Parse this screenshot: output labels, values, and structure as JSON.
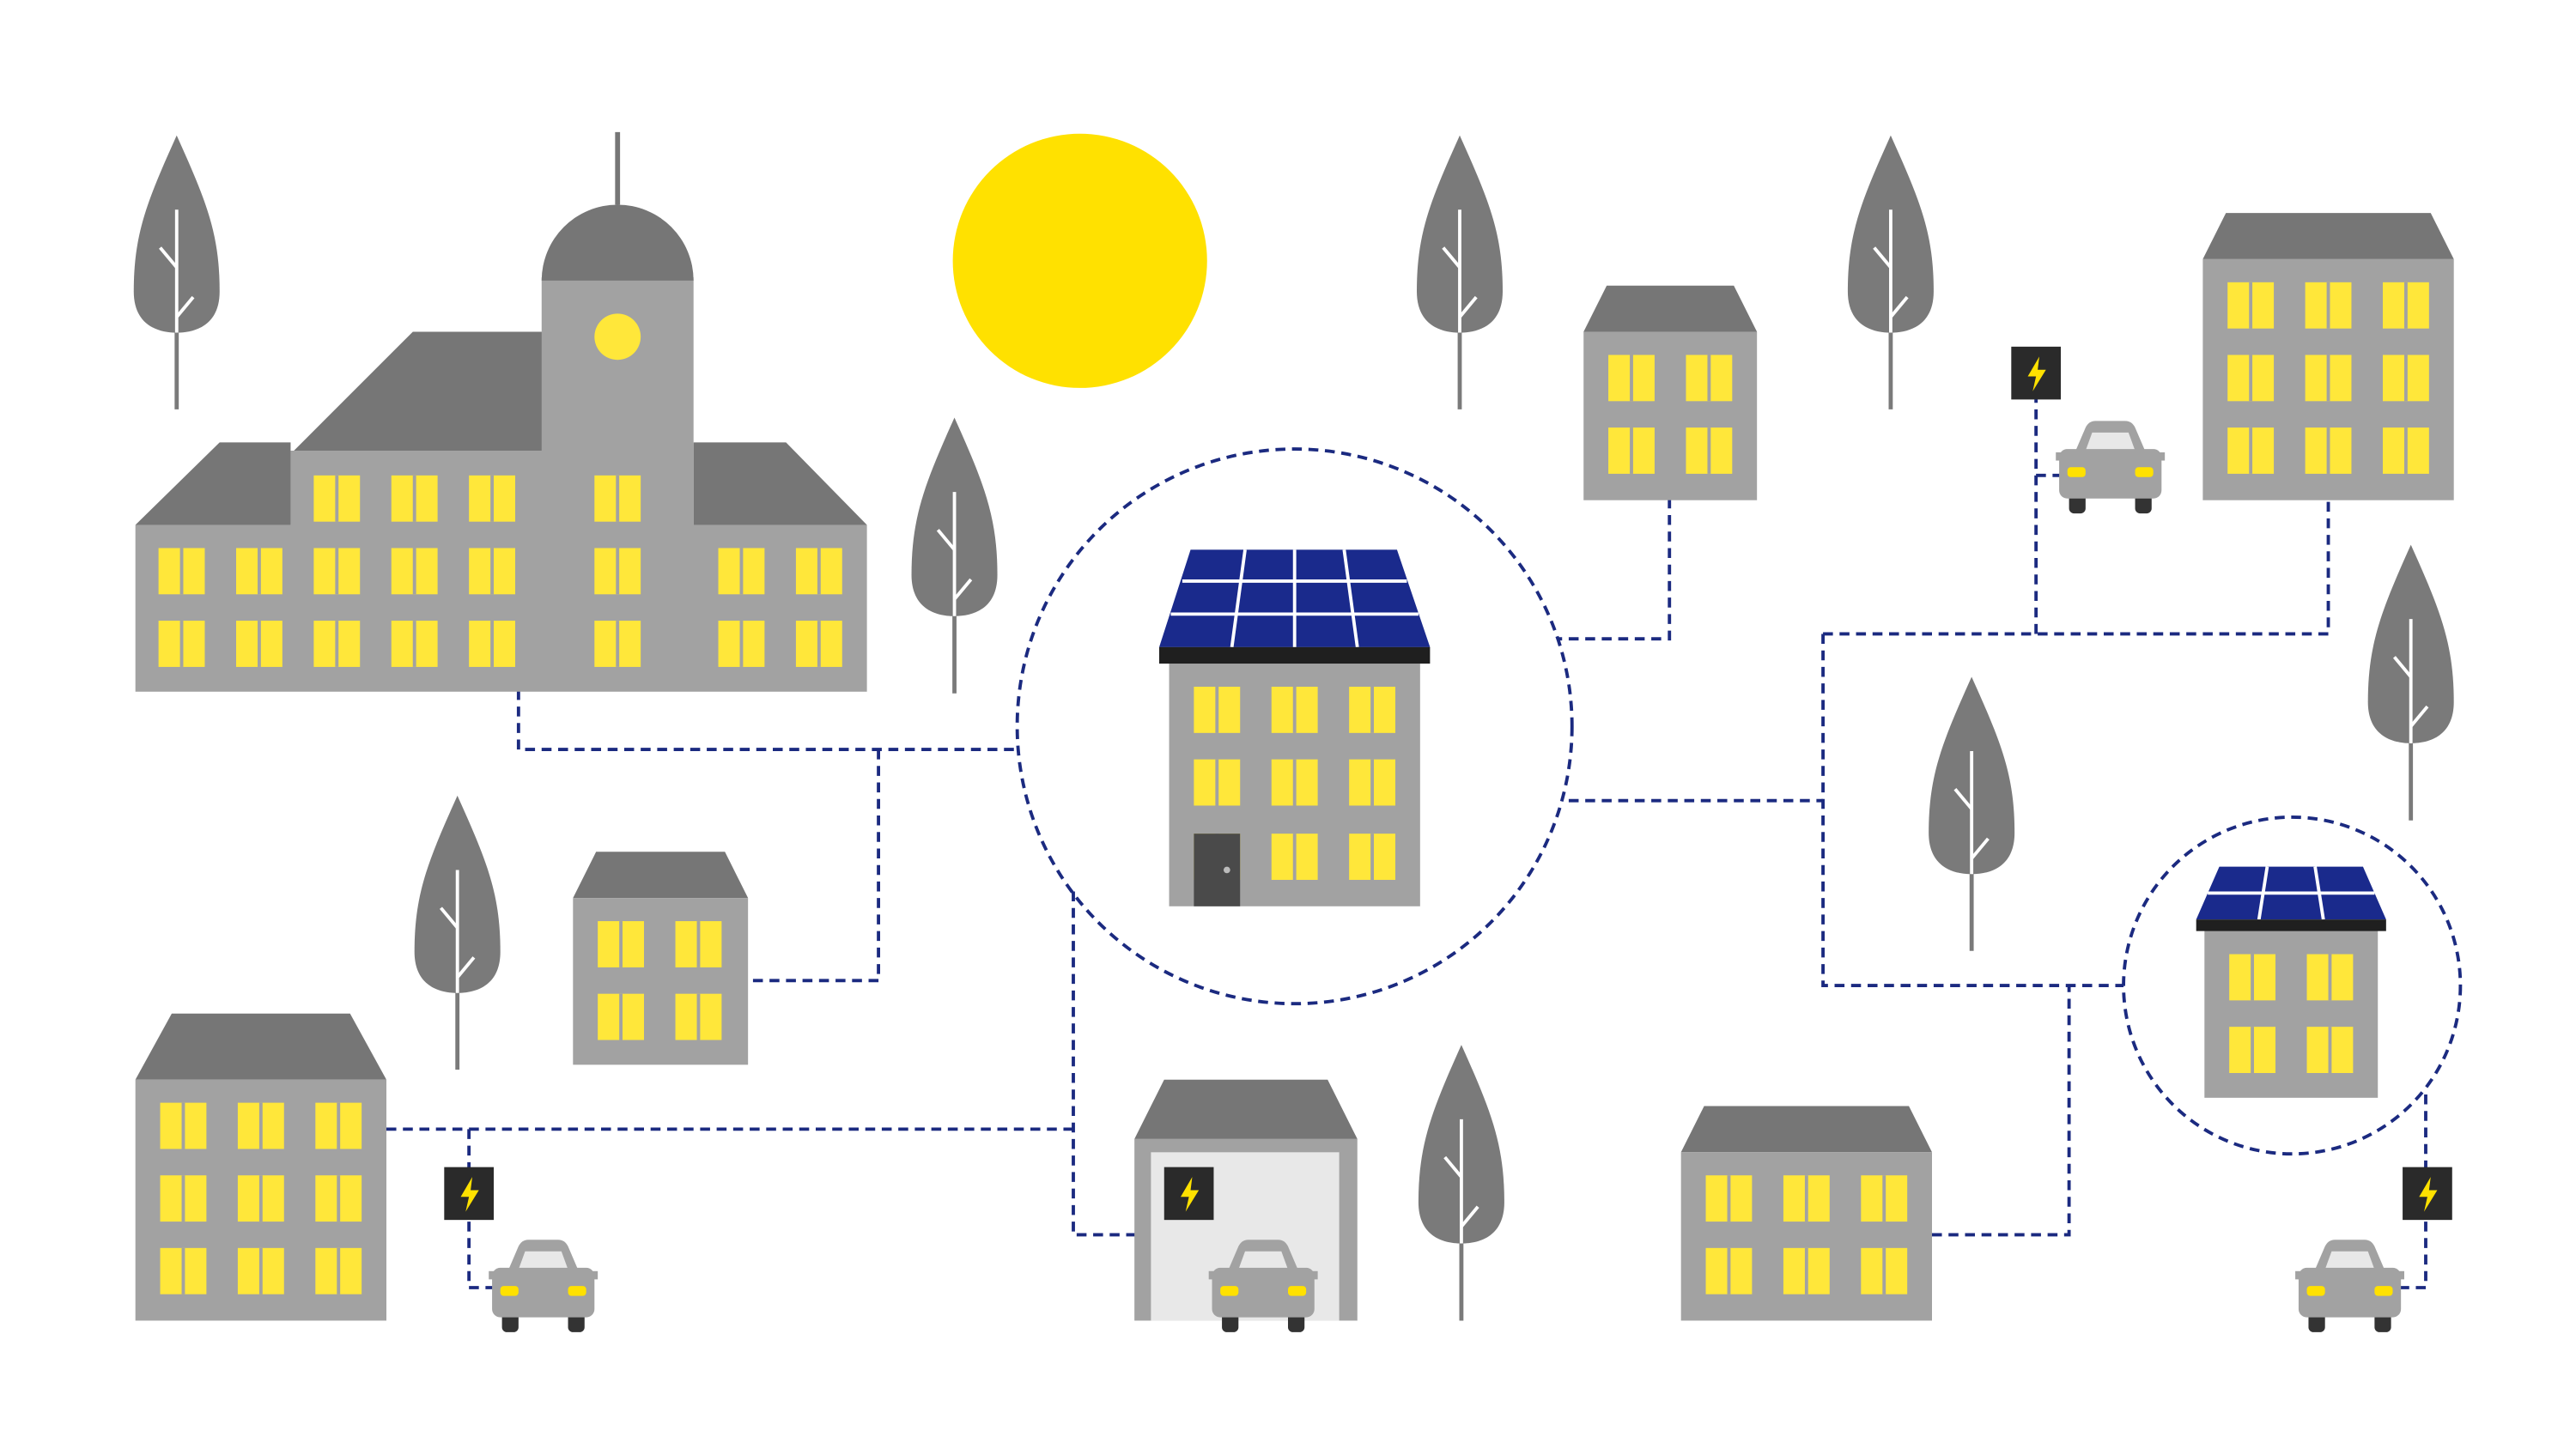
{
  "title": "",
  "colors": {
    "background": "#ffffff",
    "building_wall": "#a2a2a2",
    "building_roof": "#767676",
    "window": "#ffe73a",
    "sun": "#ffe100",
    "tree": "#7a7a7a",
    "tree_line": "#ffffff",
    "solar_panel": "#1a2a8c",
    "solar_grid": "#ffffff",
    "roof_rim": "#1f1f1f",
    "grid_line": "#1b2a80",
    "charger": "#2a2a2a",
    "charger_bolt": "#ffe100",
    "car_body": "#a2a2a2",
    "car_window": "#e8e8e8",
    "car_light": "#ffe100",
    "garage_door": "#e8e8e8",
    "door": "#4a4a4a"
  },
  "elements": {
    "buildings": [
      "town-hall",
      "central-solar-building",
      "building-top-middle",
      "building-top-right",
      "building-left-small",
      "building-bottom-left",
      "garage-building",
      "building-bottom-right",
      "small-solar-building"
    ],
    "solar_installations": [
      "central-solar-building",
      "small-solar-building"
    ],
    "ev_chargers": [
      "charger-top-right",
      "charger-bottom-left",
      "charger-garage",
      "charger-bottom-right"
    ],
    "cars": [
      "car-top-right",
      "car-bottom-left",
      "car-garage",
      "car-bottom-right"
    ],
    "trees": 8,
    "sun": 1,
    "energy_grid_connections": "dashed"
  }
}
